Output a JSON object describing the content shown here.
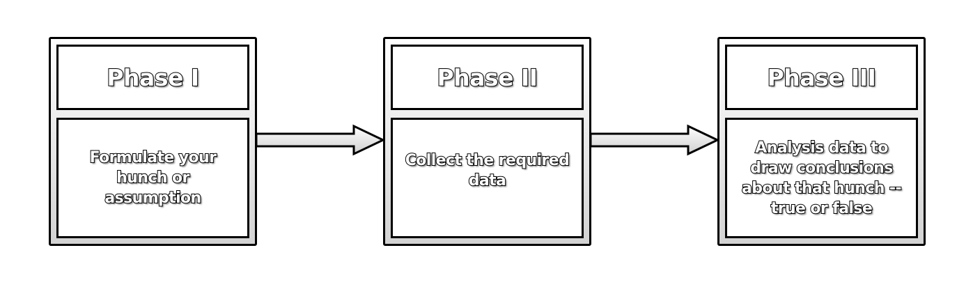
{
  "phases": [
    {
      "title": "Phase I",
      "description": "Formulate your hunch or assumption"
    },
    {
      "title": "Phase II",
      "description": "Collect the required data"
    },
    {
      "title": "Phase III",
      "description": "Analysis data to draw conclusions about that hunch -- true or false"
    }
  ],
  "colors": {
    "stroke": "#000000",
    "fill": "#ffffff",
    "gradient_end": "#d2d2d2"
  }
}
